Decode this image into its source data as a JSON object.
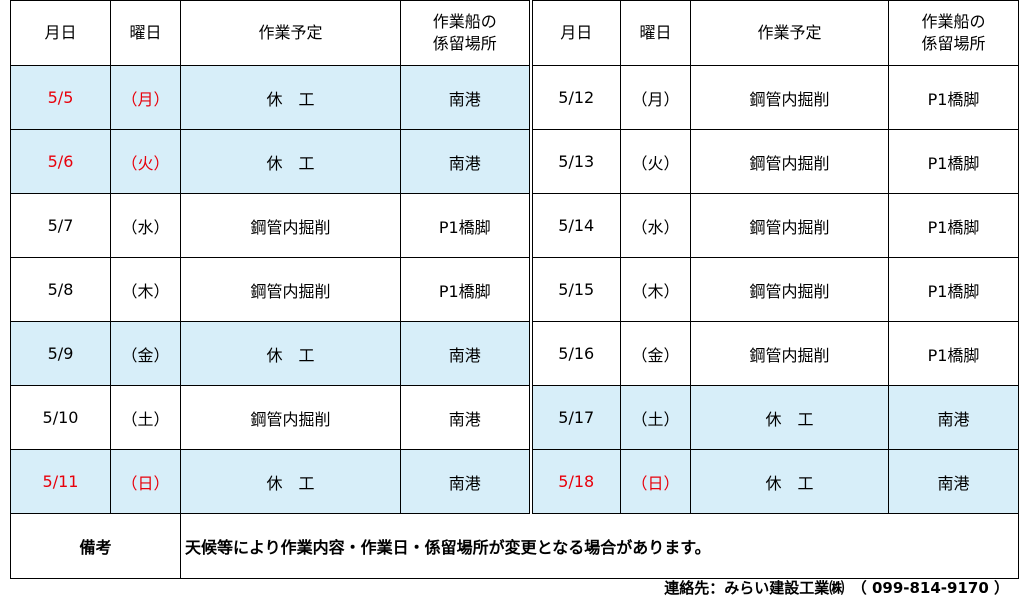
{
  "headers": {
    "date": "月日",
    "weekday": "曜日",
    "plan": "作業予定",
    "mooring_line1": "作業船の",
    "mooring_line2": "係留場所"
  },
  "rows": [
    {
      "left": {
        "date": "5/5",
        "weekday": "（月）",
        "plan": "休　工",
        "location": "南港",
        "holiday": true,
        "red": true
      },
      "right": {
        "date": "5/12",
        "weekday": "（月）",
        "plan": "鋼管内掘削",
        "location": "P1橋脚",
        "holiday": false,
        "red": false
      }
    },
    {
      "left": {
        "date": "5/6",
        "weekday": "（火）",
        "plan": "休　工",
        "location": "南港",
        "holiday": true,
        "red": true
      },
      "right": {
        "date": "5/13",
        "weekday": "（火）",
        "plan": "鋼管内掘削",
        "location": "P1橋脚",
        "holiday": false,
        "red": false
      }
    },
    {
      "left": {
        "date": "5/7",
        "weekday": "（水）",
        "plan": "鋼管内掘削",
        "location": "P1橋脚",
        "holiday": false,
        "red": false
      },
      "right": {
        "date": "5/14",
        "weekday": "（水）",
        "plan": "鋼管内掘削",
        "location": "P1橋脚",
        "holiday": false,
        "red": false
      }
    },
    {
      "left": {
        "date": "5/8",
        "weekday": "（木）",
        "plan": "鋼管内掘削",
        "location": "P1橋脚",
        "holiday": false,
        "red": false
      },
      "right": {
        "date": "5/15",
        "weekday": "（木）",
        "plan": "鋼管内掘削",
        "location": "P1橋脚",
        "holiday": false,
        "red": false
      }
    },
    {
      "left": {
        "date": "5/9",
        "weekday": "（金）",
        "plan": "休　工",
        "location": "南港",
        "holiday": true,
        "red": false
      },
      "right": {
        "date": "5/16",
        "weekday": "（金）",
        "plan": "鋼管内掘削",
        "location": "P1橋脚",
        "holiday": false,
        "red": false
      }
    },
    {
      "left": {
        "date": "5/10",
        "weekday": "（土）",
        "plan": "鋼管内掘削",
        "location": "南港",
        "holiday": false,
        "red": false
      },
      "right": {
        "date": "5/17",
        "weekday": "（土）",
        "plan": "休　工",
        "location": "南港",
        "holiday": true,
        "red": false
      }
    },
    {
      "left": {
        "date": "5/11",
        "weekday": "（日）",
        "plan": "休　工",
        "location": "南港",
        "holiday": true,
        "red": true
      },
      "right": {
        "date": "5/18",
        "weekday": "（日）",
        "plan": "休　工",
        "location": "南港",
        "holiday": true,
        "red": true
      }
    }
  ],
  "remarks": {
    "label": "備考",
    "text": "天候等により作業内容・作業日・係留場所が変更となる場合があります。"
  },
  "contact": "連絡先：みらい建設工業㈱　（ 099-814-9170 ）",
  "colors": {
    "holiday_bg": "#d7eef9",
    "holiday_text": "#e8000b",
    "border": "#000000"
  }
}
